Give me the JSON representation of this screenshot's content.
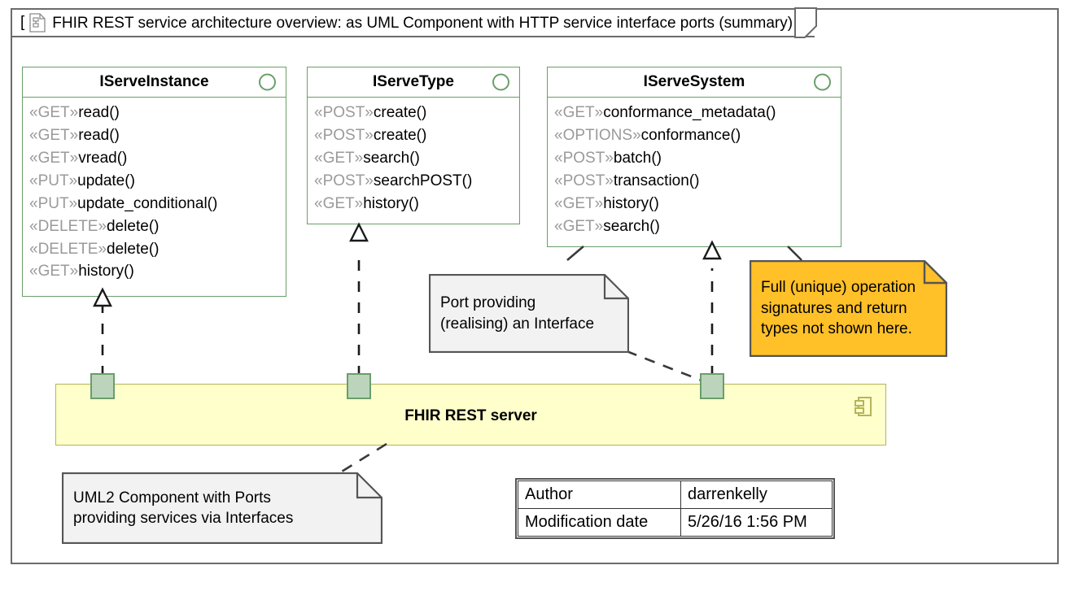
{
  "diagram": {
    "frame_label": "FHIR REST service architecture overview: as UML Component with HTTP service interface ports (summary)",
    "frame_bracket_open": "[",
    "frame_bracket_close": "]",
    "frame_icon": "diagram-document-icon"
  },
  "colors": {
    "interface_border": "#6a9e6a",
    "component_fill": "#ffffcc",
    "component_border": "#b5b55a",
    "port_fill": "#bcd4bc",
    "note_fill": "#f2f2f2",
    "note_highlight_fill": "#ffc028",
    "stereotype_text": "#9a9a9a",
    "frame_border": "#6b6b6b"
  },
  "interfaces": [
    {
      "name": "IServeInstance",
      "operations": [
        {
          "stereotype": "«GET»",
          "signature": "read()"
        },
        {
          "stereotype": "«GET»",
          "signature": "read()"
        },
        {
          "stereotype": "«GET»",
          "signature": "vread()"
        },
        {
          "stereotype": "«PUT»",
          "signature": "update()"
        },
        {
          "stereotype": "«PUT»",
          "signature": "update_conditional()"
        },
        {
          "stereotype": "«DELETE»",
          "signature": "delete()"
        },
        {
          "stereotype": "«DELETE»",
          "signature": "delete()"
        },
        {
          "stereotype": "«GET»",
          "signature": "history()"
        }
      ]
    },
    {
      "name": "IServeType",
      "operations": [
        {
          "stereotype": "«POST»",
          "signature": "create()"
        },
        {
          "stereotype": "«POST»",
          "signature": "create()"
        },
        {
          "stereotype": "«GET»",
          "signature": "search()"
        },
        {
          "stereotype": "«POST»",
          "signature": "searchPOST()"
        },
        {
          "stereotype": "«GET»",
          "signature": "history()"
        }
      ]
    },
    {
      "name": "IServeSystem",
      "operations": [
        {
          "stereotype": "«GET»",
          "signature": "conformance_metadata()"
        },
        {
          "stereotype": "«OPTIONS»",
          "signature": "conformance()"
        },
        {
          "stereotype": "«POST»",
          "signature": "batch()"
        },
        {
          "stereotype": "«POST»",
          "signature": "transaction()"
        },
        {
          "stereotype": "«GET»",
          "signature": "history()"
        },
        {
          "stereotype": "«GET»",
          "signature": "search()"
        }
      ]
    }
  ],
  "component": {
    "label": "FHIR REST server",
    "icon": "uml-component-icon",
    "ports": [
      "port-iserveinstance",
      "port-iservetype",
      "port-iservesystem"
    ]
  },
  "notes": [
    {
      "id": "note-port-interface",
      "text": "Port providing\n(realising) an Interface"
    },
    {
      "id": "note-signatures",
      "text": "Full (unique) operation\nsignatures and return\ntypes not shown here."
    },
    {
      "id": "note-uml2-component",
      "text": "UML2 Component with Ports\nproviding services via Interfaces"
    }
  ],
  "meta": {
    "rows": [
      {
        "key": "Author",
        "value": "darrenkelly"
      },
      {
        "key": "Modification date",
        "value": "5/26/16 1:56 PM"
      }
    ]
  }
}
